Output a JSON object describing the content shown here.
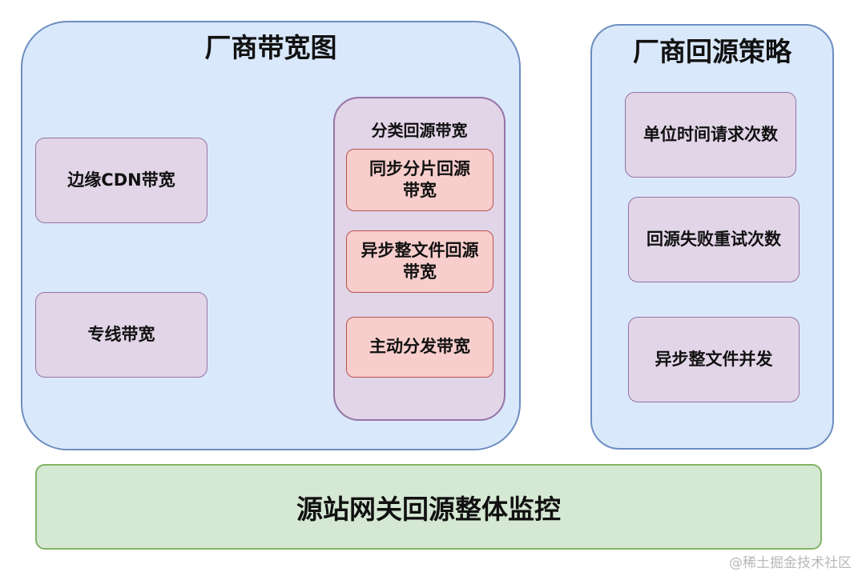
{
  "vendor_bandwidth": {
    "title": "厂商带宽图",
    "edge_cdn": "边缘CDN带宽",
    "dedicated_line": "专线带宽",
    "classified": {
      "title": "分类回源带宽",
      "sync_shard": "同步分片回源\n带宽",
      "async_whole_file": "异步整文件回源\n带宽",
      "active_distribution": "主动分发带宽"
    }
  },
  "vendor_strategy": {
    "title": "厂商回源策略",
    "items": [
      "单位时间请求次数",
      "回源失败重试次数",
      "异步整文件并发"
    ]
  },
  "monitoring": {
    "label": "源站网关回源整体监控"
  },
  "watermark": "@稀土掘金技术社区",
  "colors": {
    "group_fill": "#dae8fc",
    "group_stroke": "#6c8ebf",
    "node_fill": "#e1d5e7",
    "node_stroke": "#9673a6",
    "highlight_fill": "#f8cecc",
    "highlight_stroke": "#b85450",
    "monitor_fill": "#d5e8d4",
    "monitor_stroke": "#82b366"
  }
}
